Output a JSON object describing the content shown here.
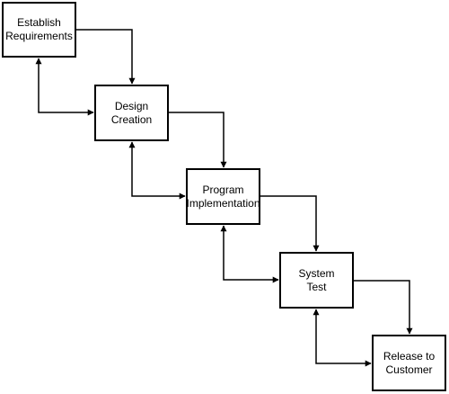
{
  "stages": [
    {
      "id": "establish-requirements",
      "lines": [
        "Establish",
        "Requirements"
      ]
    },
    {
      "id": "design-creation",
      "lines": [
        "Design",
        "Creation"
      ]
    },
    {
      "id": "program-implementation",
      "lines": [
        "Program",
        "Implementation"
      ]
    },
    {
      "id": "system-test",
      "lines": [
        "System",
        "Test"
      ]
    },
    {
      "id": "release-to-customer",
      "lines": [
        "Release to",
        "Customer"
      ]
    }
  ]
}
